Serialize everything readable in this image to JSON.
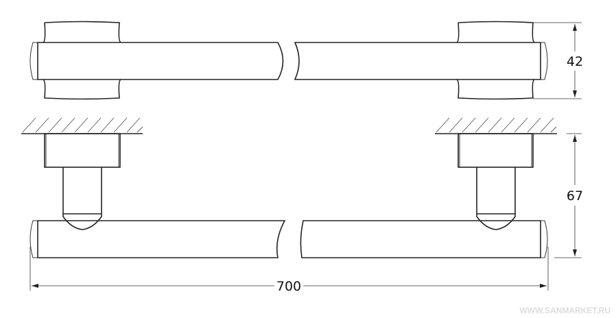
{
  "dimensions": {
    "depth_top_view": "42",
    "projection_side_view": "67",
    "overall_length": "700"
  },
  "watermark": "WWW.SANMARKET.RU"
}
